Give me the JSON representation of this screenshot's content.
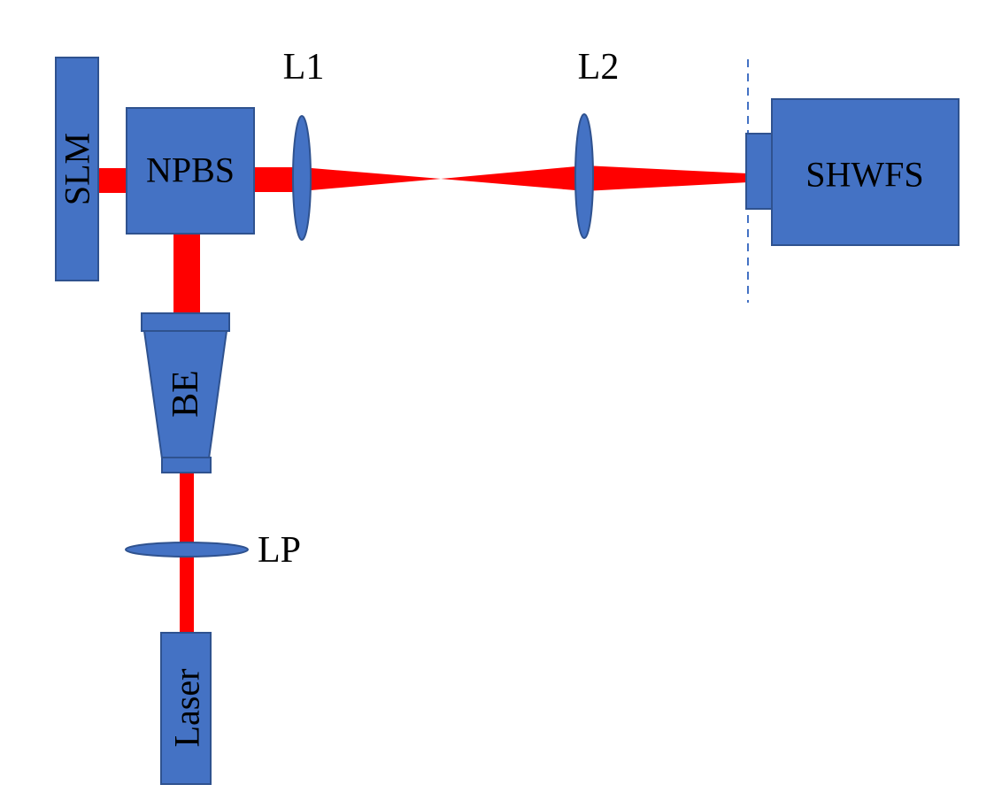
{
  "diagram": {
    "labels": {
      "slm": "SLM",
      "npbs": "NPBS",
      "l1": "L1",
      "l2": "L2",
      "shwfs": "SHWFS",
      "be": "BE",
      "lp": "LP",
      "laser": "Laser"
    },
    "colors": {
      "component_fill": "#4472C4",
      "component_outline": "#2F528F",
      "beam": "#FF0000",
      "image_plane_line": "#4472C4"
    }
  }
}
